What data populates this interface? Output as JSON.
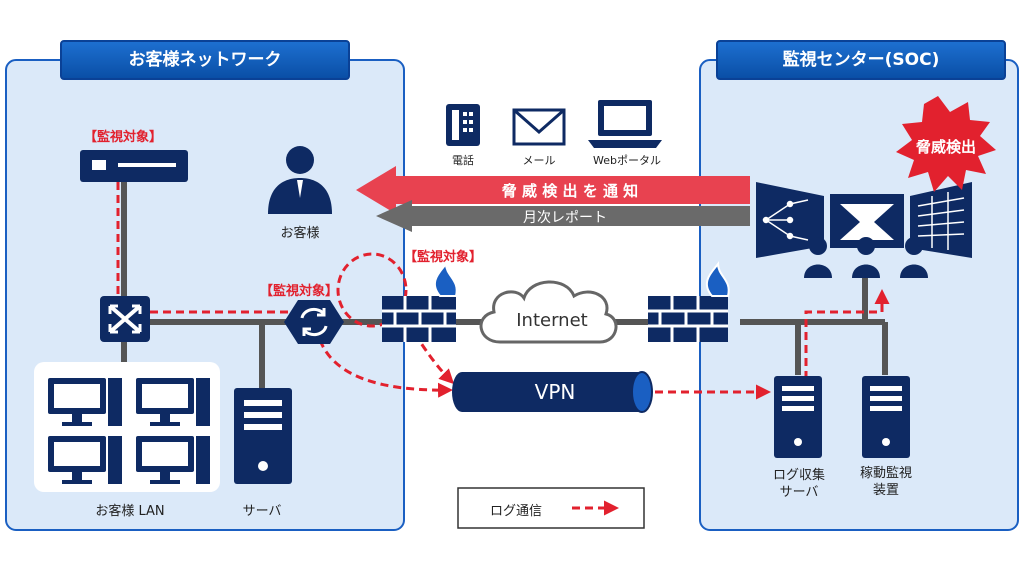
{
  "customer_network": {
    "title": "お客様ネットワーク",
    "monitored_label_1": "【監視対象】",
    "monitored_label_2": "【監視対象】",
    "monitored_label_3": "【監視対象】",
    "customer_label": "お客様",
    "lan_label": "お客様 LAN",
    "server_label": "サーバ"
  },
  "soc": {
    "title": "監視センター(SOC)",
    "threat_burst": "脅威検出",
    "log_server_label_1": "ログ収集",
    "log_server_label_2": "サーバ",
    "monitor_device_label_1": "稼動監視",
    "monitor_device_label_2": "装置"
  },
  "channels": {
    "phone": "電話",
    "mail": "メール",
    "web": "Webポータル"
  },
  "arrows": {
    "notify": "脅 威 検 出 を 通 知",
    "monthly_report": "月次レポート"
  },
  "network": {
    "internet": "Internet",
    "vpn": "VPN"
  },
  "legend": {
    "log_comm": "ログ通信"
  },
  "colors": {
    "navy": "#0e2a63",
    "red": "#e2212e",
    "panel_bg": "#dbe9f9",
    "panel_border": "#1a5fc2"
  }
}
